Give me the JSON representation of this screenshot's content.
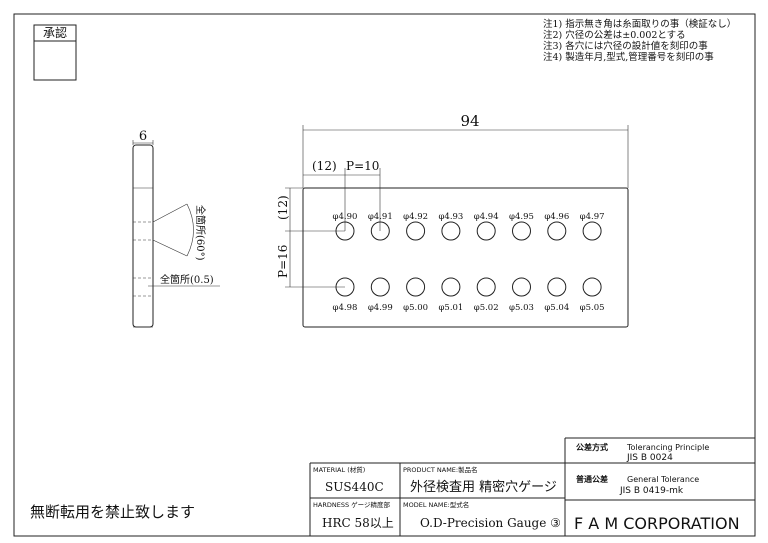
{
  "approval": "承認",
  "notes": [
    "注1) 指示無き角は糸面取りの事（検証なし）",
    "注2) 穴径の公差は±0.002とする",
    "注3) 各穴には穴径の設計値を刻印の事",
    "注4) 製造年月,型式,管理番号を刻印の事"
  ],
  "side_view": {
    "thickness": "6",
    "chamfer_angle": "全箇所(60°)",
    "edge_chamfer": "全箇所(0.5)"
  },
  "front_view": {
    "width": "94",
    "offset": "(12)",
    "pitch": "P=10",
    "top_offset": "(12)",
    "row_pitch": "P=16",
    "top_row": [
      "φ4.90",
      "φ4.91",
      "φ4.92",
      "φ4.93",
      "φ4.94",
      "φ4.95",
      "φ4.96",
      "φ4.97"
    ],
    "bottom_row": [
      "φ4.98",
      "φ4.99",
      "φ5.00",
      "φ5.01",
      "φ5.02",
      "φ5.03",
      "φ5.04",
      "φ5.05"
    ]
  },
  "copyright": "無断転用を禁止致します",
  "title_block": {
    "tolerancing_label": "公差方式",
    "tolerancing_en": "Tolerancing Principle",
    "tolerancing_value": "JIS B 0024",
    "general_label": "普通公差",
    "general_en": "General Tolerance",
    "general_value": "JIS B 0419-mk",
    "material_label": "MATERIAL (材質)",
    "material_value": "SUS440C",
    "product_label": "PRODUCT NAME:製品名",
    "product_value": "外径検査用 精密穴ゲージ",
    "hardness_label": "HARDNESS ゲージ精度部",
    "hardness_value": "HRC 58以上",
    "model_label": "MODEL NAME:型式名",
    "model_value": "O.D-Precision Gauge ③",
    "company": "F A M CORPORATION"
  }
}
